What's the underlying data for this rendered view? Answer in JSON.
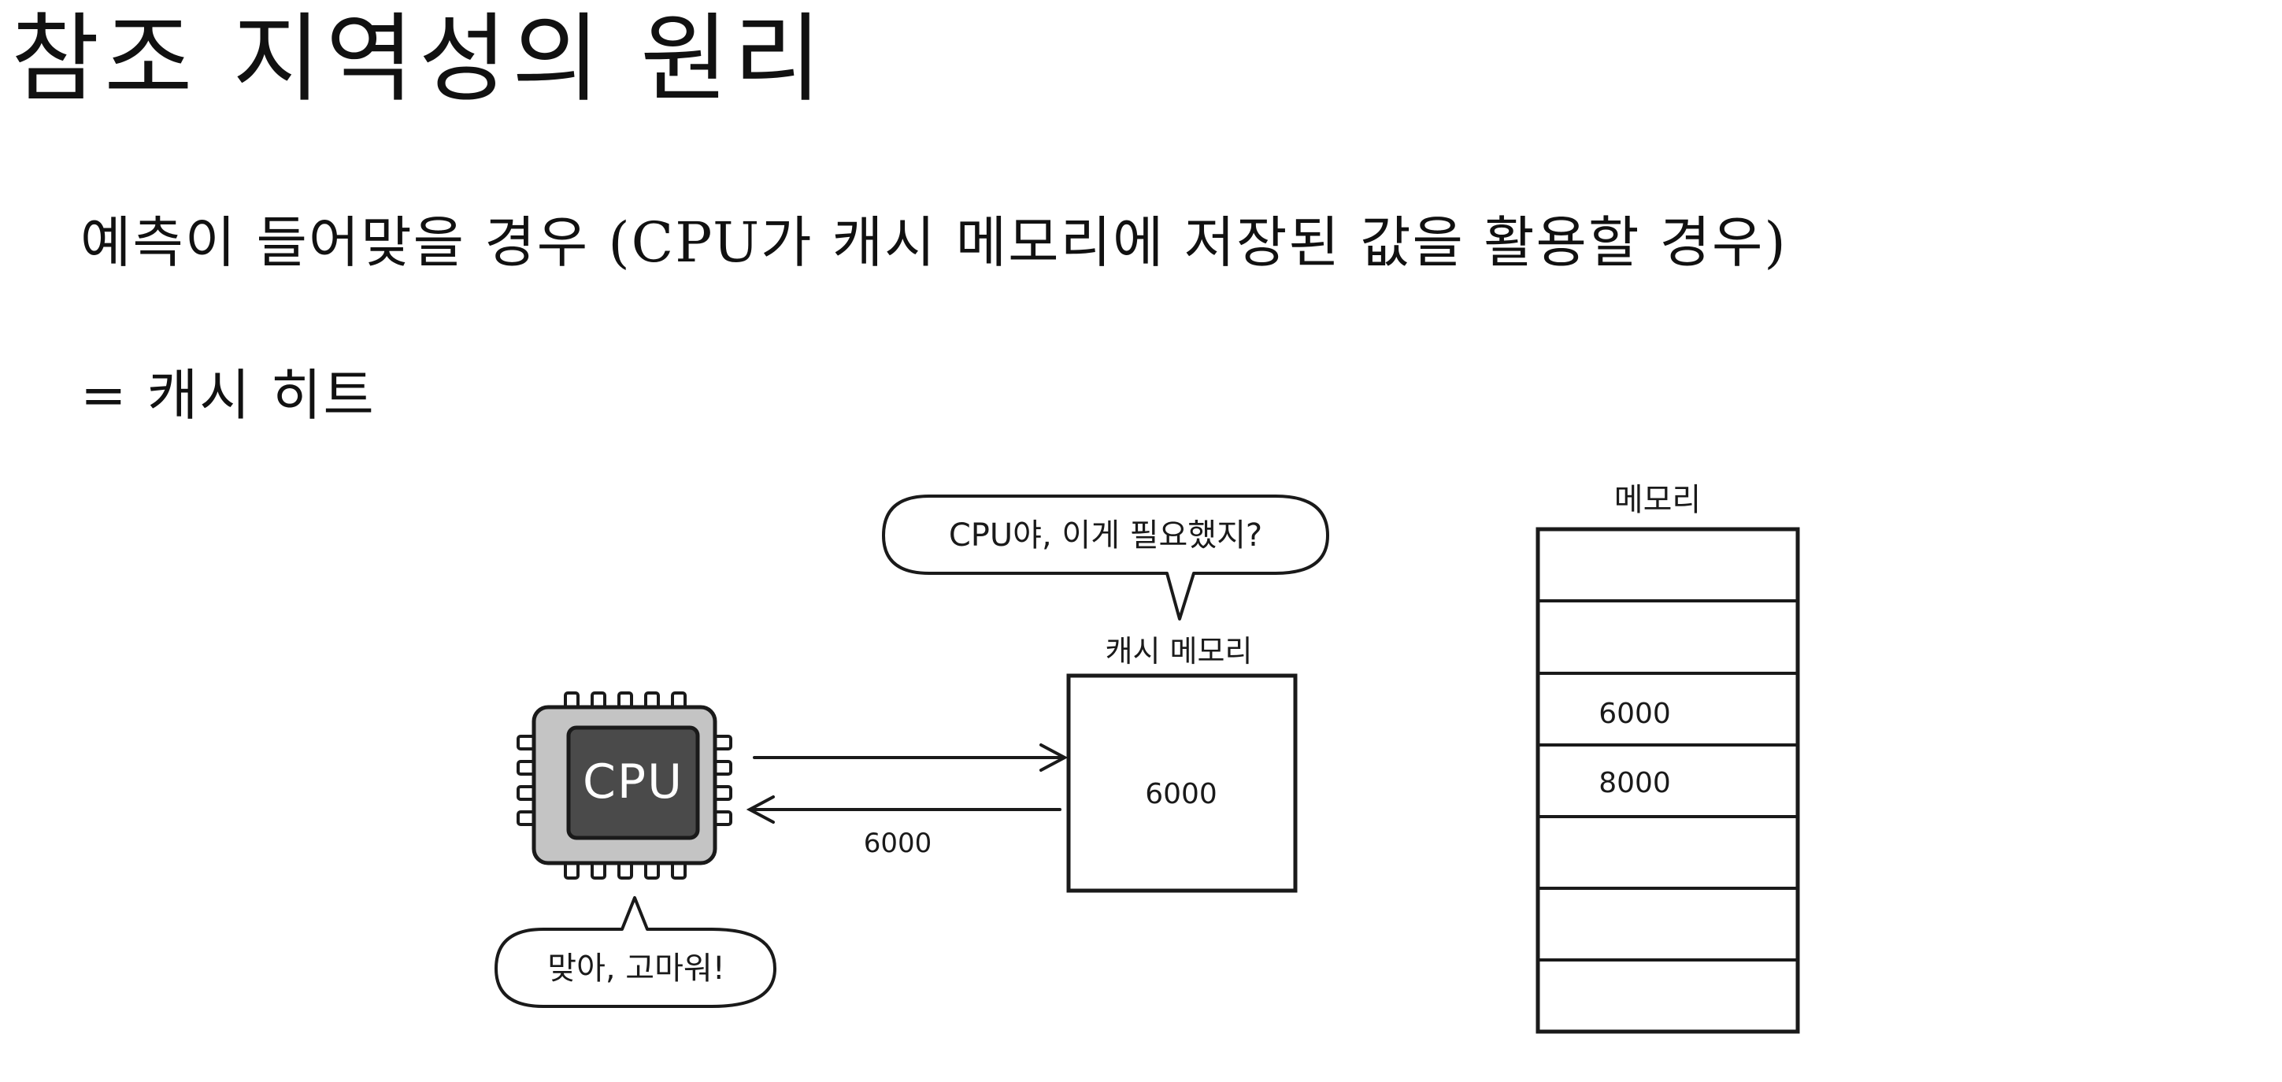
{
  "slide": {
    "title": "참조 지역성의 원리",
    "subtitle": "예측이 들어맞을 경우 (CPU가 캐시 메모리에 저장된 값을 활용할 경우)",
    "equation": "= 캐시 히트"
  },
  "diagram": {
    "cpu_label": "CPU",
    "cache_speech": "CPU야, 이게 필요했지?",
    "cpu_speech": "맞아, 고마워!",
    "cache_title": "캐시 메모리",
    "cache_value": "6000",
    "return_value": "6000",
    "memory_title": "메모리",
    "memory_cells": [
      "",
      "",
      "6000",
      "8000",
      "",
      "",
      ""
    ]
  },
  "colors": {
    "chip_outer": "#c4c4c4",
    "chip_inner": "#4a4a4a",
    "ink": "#1a1a1a"
  }
}
